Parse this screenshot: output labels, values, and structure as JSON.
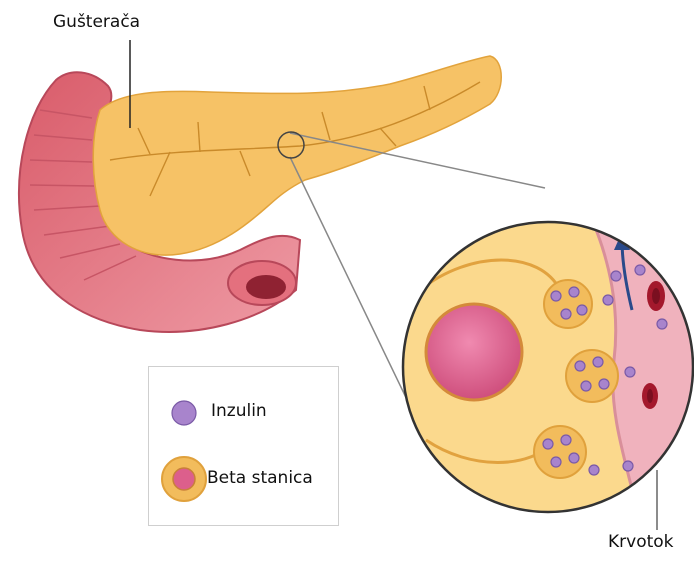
{
  "labels": {
    "pancreas": "Gušterača",
    "bloodstream": "Krvotok"
  },
  "legend": {
    "items": [
      {
        "label": "Inzulin",
        "icon": "insulin-granule-icon"
      },
      {
        "label": "Beta stanica",
        "icon": "beta-cell-icon"
      }
    ]
  },
  "colors": {
    "pancreas": "#f6c266",
    "duodenum": "#e77f8a",
    "insulin": "#a884cc",
    "cell_fill": "#f2bc5c",
    "nucleus": "#dc5f8c",
    "vessel": "#f0b2bd",
    "red_cell": "#a3182c"
  }
}
